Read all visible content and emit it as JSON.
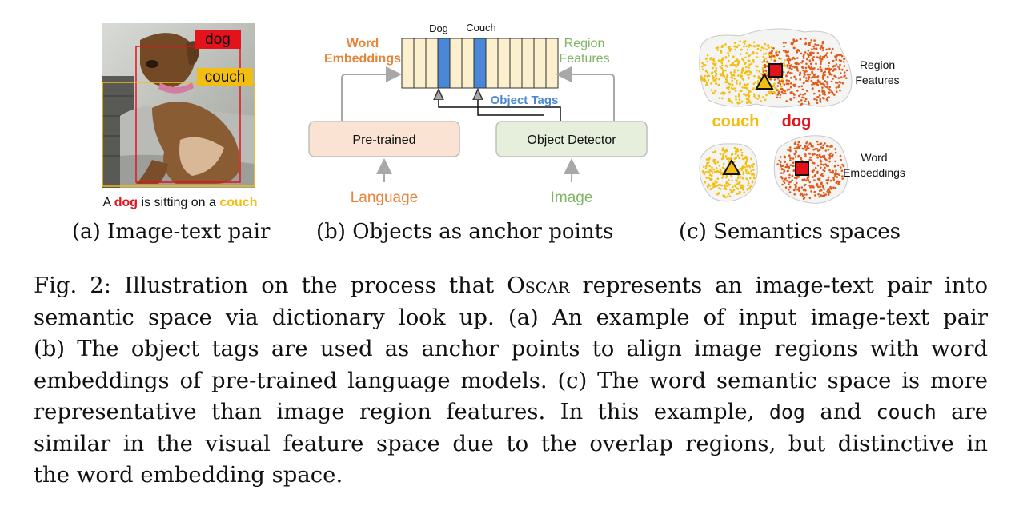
{
  "panel_a": {
    "box_labels": {
      "dog": "dog",
      "couch": "couch"
    },
    "sentence": {
      "prefix": "A ",
      "dog": "dog",
      "middle": " is sitting on a ",
      "couch": "couch"
    },
    "subcaption": "(a) Image-text pair"
  },
  "panel_b": {
    "word_embeddings": [
      "Word",
      "Embeddings"
    ],
    "region_features": [
      "Region",
      "Features"
    ],
    "top_dog": "Dog",
    "top_couch": "Couch",
    "object_tags": "Object Tags",
    "pretrained": "Pre-trained",
    "detector": "Object Detector",
    "language": "Language",
    "image": "Image",
    "subcaption": "(b) Objects as anchor points"
  },
  "panel_c": {
    "region_features": [
      "Region",
      "Features"
    ],
    "couch": "couch",
    "dog": "dog",
    "word_embeddings": [
      "Word",
      "Embeddings"
    ],
    "subcaption": "(c) Semantics spaces"
  },
  "caption": {
    "fig": "Fig. 2:",
    "l1_a": " Illustration on the process that ",
    "oscar": "Oscar",
    "l1_b": " represents an image-text pair into",
    "l2": "semantic space via dictionary look up. (a) An example of input image-text pair",
    "l3": "(b) The object tags are used as anchor points to align image regions with word",
    "l4": "embeddings of pre-trained language models. (c) The word semantic space is more",
    "l5_a": "representative than image region features. In this example, ",
    "dog": "dog",
    "l5_b": " and ",
    "couch": "couch",
    "l5_c": " are",
    "l6": "similar in the visual feature space due to the overlap regions, but distinctive in",
    "l7": "the word embedding space."
  },
  "colors": {
    "dog_red": "#e3121b",
    "couch_yellow": "#f2be12",
    "orange_text": "#e8833a",
    "green_text": "#7fb463",
    "blue_tag": "#4a87d6",
    "pretrained_fill": "#fbe3d4",
    "detector_fill": "#e5efdc",
    "cell_fill": "#fbefcd"
  }
}
